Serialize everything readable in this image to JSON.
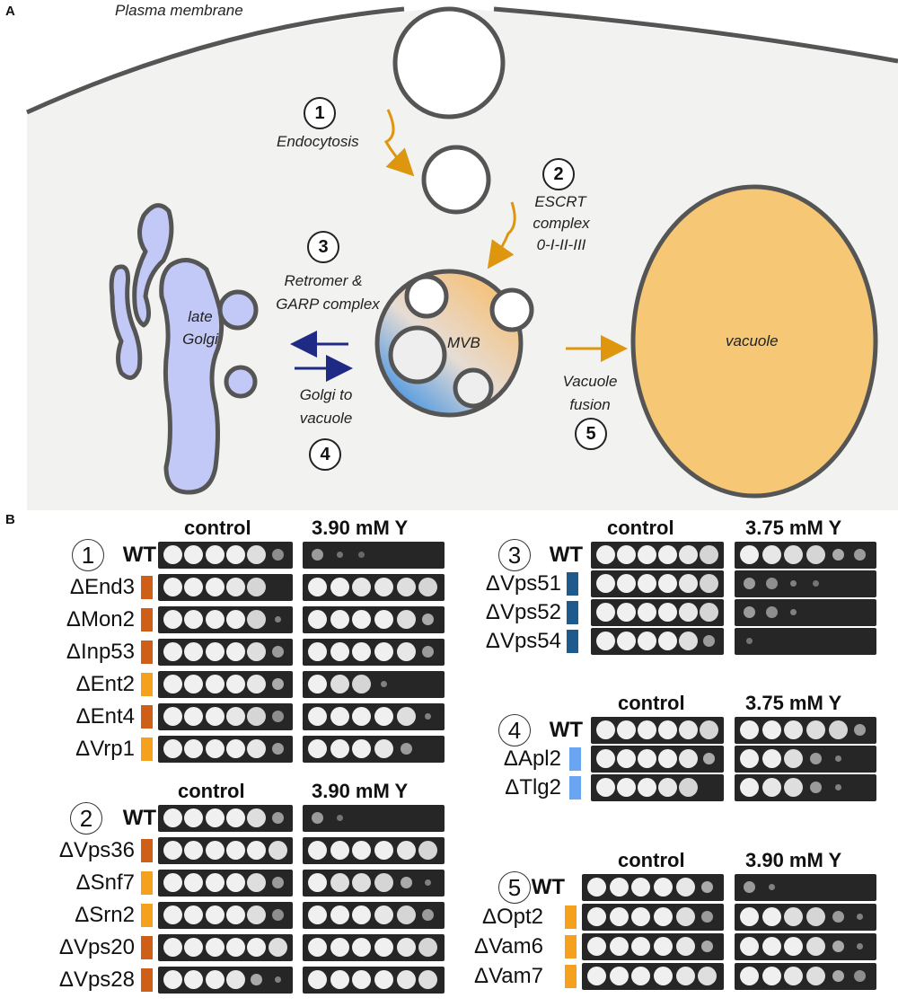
{
  "panel_a": {
    "letter": "A",
    "plasma_membrane": "Plasma membrane",
    "steps": {
      "s1": {
        "num": "1",
        "label": "Endocytosis"
      },
      "s2": {
        "num": "2",
        "line1": "ESCRT",
        "line2": "complex",
        "line3": "0-I-II-III"
      },
      "s3": {
        "num": "3",
        "line1": "Retromer &",
        "line2": "GARP complex"
      },
      "s4": {
        "num": "4",
        "line1": "Golgi to",
        "line2": "vacuole"
      },
      "s5": {
        "num": "5",
        "line1": "Vacuole",
        "line2": "fusion"
      }
    },
    "golgi": {
      "line1": "late",
      "line2": "Golgi"
    },
    "mvb": "MVB",
    "vacuole": "vacuole",
    "colors": {
      "golgi": "#c3c9f7",
      "vacuole": "#f6c875",
      "arrow_orange": "#df960f",
      "arrow_blue": "#1f2a84",
      "cell": "#f2f2f0"
    }
  },
  "panel_b": {
    "letter": "B",
    "colors": {
      "dark_orange": "#cf5f16",
      "light_orange": "#f6a11e",
      "dark_blue": "#1f5a8c",
      "light_blue": "#6aa5f2",
      "plate": "#262626"
    },
    "groups": [
      {
        "id": "1",
        "control": "control",
        "treatment": "3.90 mM Y",
        "rows": [
          {
            "name": "WT",
            "color": null,
            "control_growth": [
              1,
              1,
              1,
              1,
              0.8,
              0.4
            ],
            "treatment_growth": [
              0.5,
              0.2,
              0.1,
              0,
              0,
              0
            ]
          },
          {
            "name": "ΔEnd3",
            "color": "dark_orange",
            "control_growth": [
              1,
              1,
              1,
              0.9,
              0.7,
              0
            ],
            "treatment_growth": [
              1,
              1,
              0.9,
              0.9,
              0.8,
              0.7
            ]
          },
          {
            "name": "ΔMon2",
            "color": "dark_orange",
            "control_growth": [
              1,
              1,
              1,
              1,
              0.7,
              0.3
            ],
            "treatment_growth": [
              1,
              1,
              1,
              1,
              0.8,
              0.6
            ]
          },
          {
            "name": "ΔInp53",
            "color": "dark_orange",
            "control_growth": [
              1,
              1,
              1,
              1,
              0.8,
              0.5
            ],
            "treatment_growth": [
              1,
              1,
              1,
              1,
              0.9,
              0.5
            ]
          },
          {
            "name": "ΔEnt2",
            "color": "light_orange",
            "control_growth": [
              1,
              1,
              1,
              1,
              0.9,
              0.6
            ],
            "treatment_growth": [
              1,
              0.8,
              0.7,
              0.3,
              0,
              0
            ]
          },
          {
            "name": "ΔEnt4",
            "color": "dark_orange",
            "control_growth": [
              1,
              1,
              1,
              0.9,
              0.7,
              0.4
            ],
            "treatment_growth": [
              1,
              1,
              1,
              1,
              0.8,
              0.3
            ]
          },
          {
            "name": "ΔVrp1",
            "color": "light_orange",
            "control_growth": [
              1,
              1,
              1,
              1,
              0.9,
              0.5
            ],
            "treatment_growth": [
              1,
              1,
              1,
              0.9,
              0.5,
              0
            ]
          }
        ]
      },
      {
        "id": "2",
        "control": "control",
        "treatment": "3.90 mM Y",
        "rows": [
          {
            "name": "WT",
            "color": null,
            "control_growth": [
              1,
              1,
              1,
              1,
              0.8,
              0.5
            ],
            "treatment_growth": [
              0.5,
              0.2,
              0,
              0,
              0,
              0
            ]
          },
          {
            "name": "ΔVps36",
            "color": "dark_orange",
            "control_growth": [
              1,
              1,
              1,
              1,
              1,
              0.8
            ],
            "treatment_growth": [
              1,
              1,
              1,
              1,
              0.9,
              0.7
            ]
          },
          {
            "name": "ΔSnf7",
            "color": "light_orange",
            "control_growth": [
              1,
              1,
              1,
              1,
              0.8,
              0.5
            ],
            "treatment_growth": [
              1,
              0.8,
              0.8,
              0.7,
              0.6,
              0.3
            ]
          },
          {
            "name": "ΔSrn2",
            "color": "light_orange",
            "control_growth": [
              1,
              1,
              1,
              1,
              0.8,
              0.4
            ],
            "treatment_growth": [
              1,
              1,
              1,
              0.9,
              0.7,
              0.5
            ]
          },
          {
            "name": "ΔVps20",
            "color": "dark_orange",
            "control_growth": [
              1,
              1,
              1,
              1,
              1,
              0.8
            ],
            "treatment_growth": [
              1,
              1,
              1,
              1,
              0.9,
              0.7
            ]
          },
          {
            "name": "ΔVps28",
            "color": "dark_orange",
            "control_growth": [
              1,
              1,
              1,
              0.9,
              0.6,
              0.3
            ],
            "treatment_growth": [
              1,
              1,
              1,
              1,
              0.9,
              0.8
            ]
          }
        ]
      },
      {
        "id": "3",
        "control": "control",
        "treatment": "3.75 mM Y",
        "rows": [
          {
            "name": "WT",
            "color": null,
            "control_growth": [
              1,
              1,
              1,
              1,
              0.9,
              0.7
            ],
            "treatment_growth": [
              1,
              0.9,
              0.8,
              0.7,
              0.6,
              0.5
            ]
          },
          {
            "name": "ΔVps51",
            "color": "dark_blue",
            "control_growth": [
              1,
              1,
              1,
              1,
              0.9,
              0.7
            ],
            "treatment_growth": [
              0.5,
              0.4,
              0.3,
              0.2,
              0,
              0
            ]
          },
          {
            "name": "ΔVps52",
            "color": "dark_blue",
            "control_growth": [
              1,
              1,
              1,
              1,
              0.9,
              0.7
            ],
            "treatment_growth": [
              0.5,
              0.4,
              0.3,
              0,
              0,
              0
            ]
          },
          {
            "name": "ΔVps54",
            "color": "dark_blue",
            "control_growth": [
              1,
              1,
              1,
              1,
              0.8,
              0.5
            ],
            "treatment_growth": [
              0.2,
              0,
              0,
              0,
              0,
              0
            ]
          }
        ]
      },
      {
        "id": "4",
        "control": "control",
        "treatment": "3.75 mM Y",
        "rows": [
          {
            "name": "WT",
            "color": null,
            "control_growth": [
              1,
              1,
              1,
              1,
              0.9,
              0.7
            ],
            "treatment_growth": [
              1,
              1,
              0.9,
              0.8,
              0.7,
              0.5
            ]
          },
          {
            "name": "ΔApl2",
            "color": "light_blue",
            "control_growth": [
              1,
              1,
              1,
              1,
              0.9,
              0.6
            ],
            "treatment_growth": [
              1,
              1,
              0.8,
              0.5,
              0.3,
              0
            ]
          },
          {
            "name": "ΔTlg2",
            "color": "light_blue",
            "control_growth": [
              1,
              1,
              1,
              0.9,
              0.7,
              0
            ],
            "treatment_growth": [
              1,
              0.9,
              0.8,
              0.5,
              0.3,
              0
            ]
          }
        ]
      },
      {
        "id": "5",
        "control": "control",
        "treatment": "3.90 mM Y",
        "rows": [
          {
            "name": "WT",
            "color": null,
            "control_growth": [
              1,
              1,
              1,
              1,
              0.9,
              0.6
            ],
            "treatment_growth": [
              0.5,
              0.3,
              0,
              0,
              0,
              0
            ]
          },
          {
            "name": "ΔOpt2",
            "color": "light_orange",
            "control_growth": [
              1,
              1,
              1,
              1,
              0.8,
              0.5
            ],
            "treatment_growth": [
              1,
              1,
              0.8,
              0.7,
              0.5,
              0.3
            ]
          },
          {
            "name": "ΔVam6",
            "color": "light_orange",
            "control_growth": [
              1,
              1,
              1,
              1,
              0.9,
              0.6
            ],
            "treatment_growth": [
              1,
              1,
              1,
              0.8,
              0.6,
              0.3
            ]
          },
          {
            "name": "ΔVam7",
            "color": "light_orange",
            "control_growth": [
              1,
              1,
              1,
              1,
              0.9,
              0.8
            ],
            "treatment_growth": [
              1,
              1,
              0.9,
              0.8,
              0.6,
              0.4
            ]
          }
        ]
      }
    ]
  }
}
